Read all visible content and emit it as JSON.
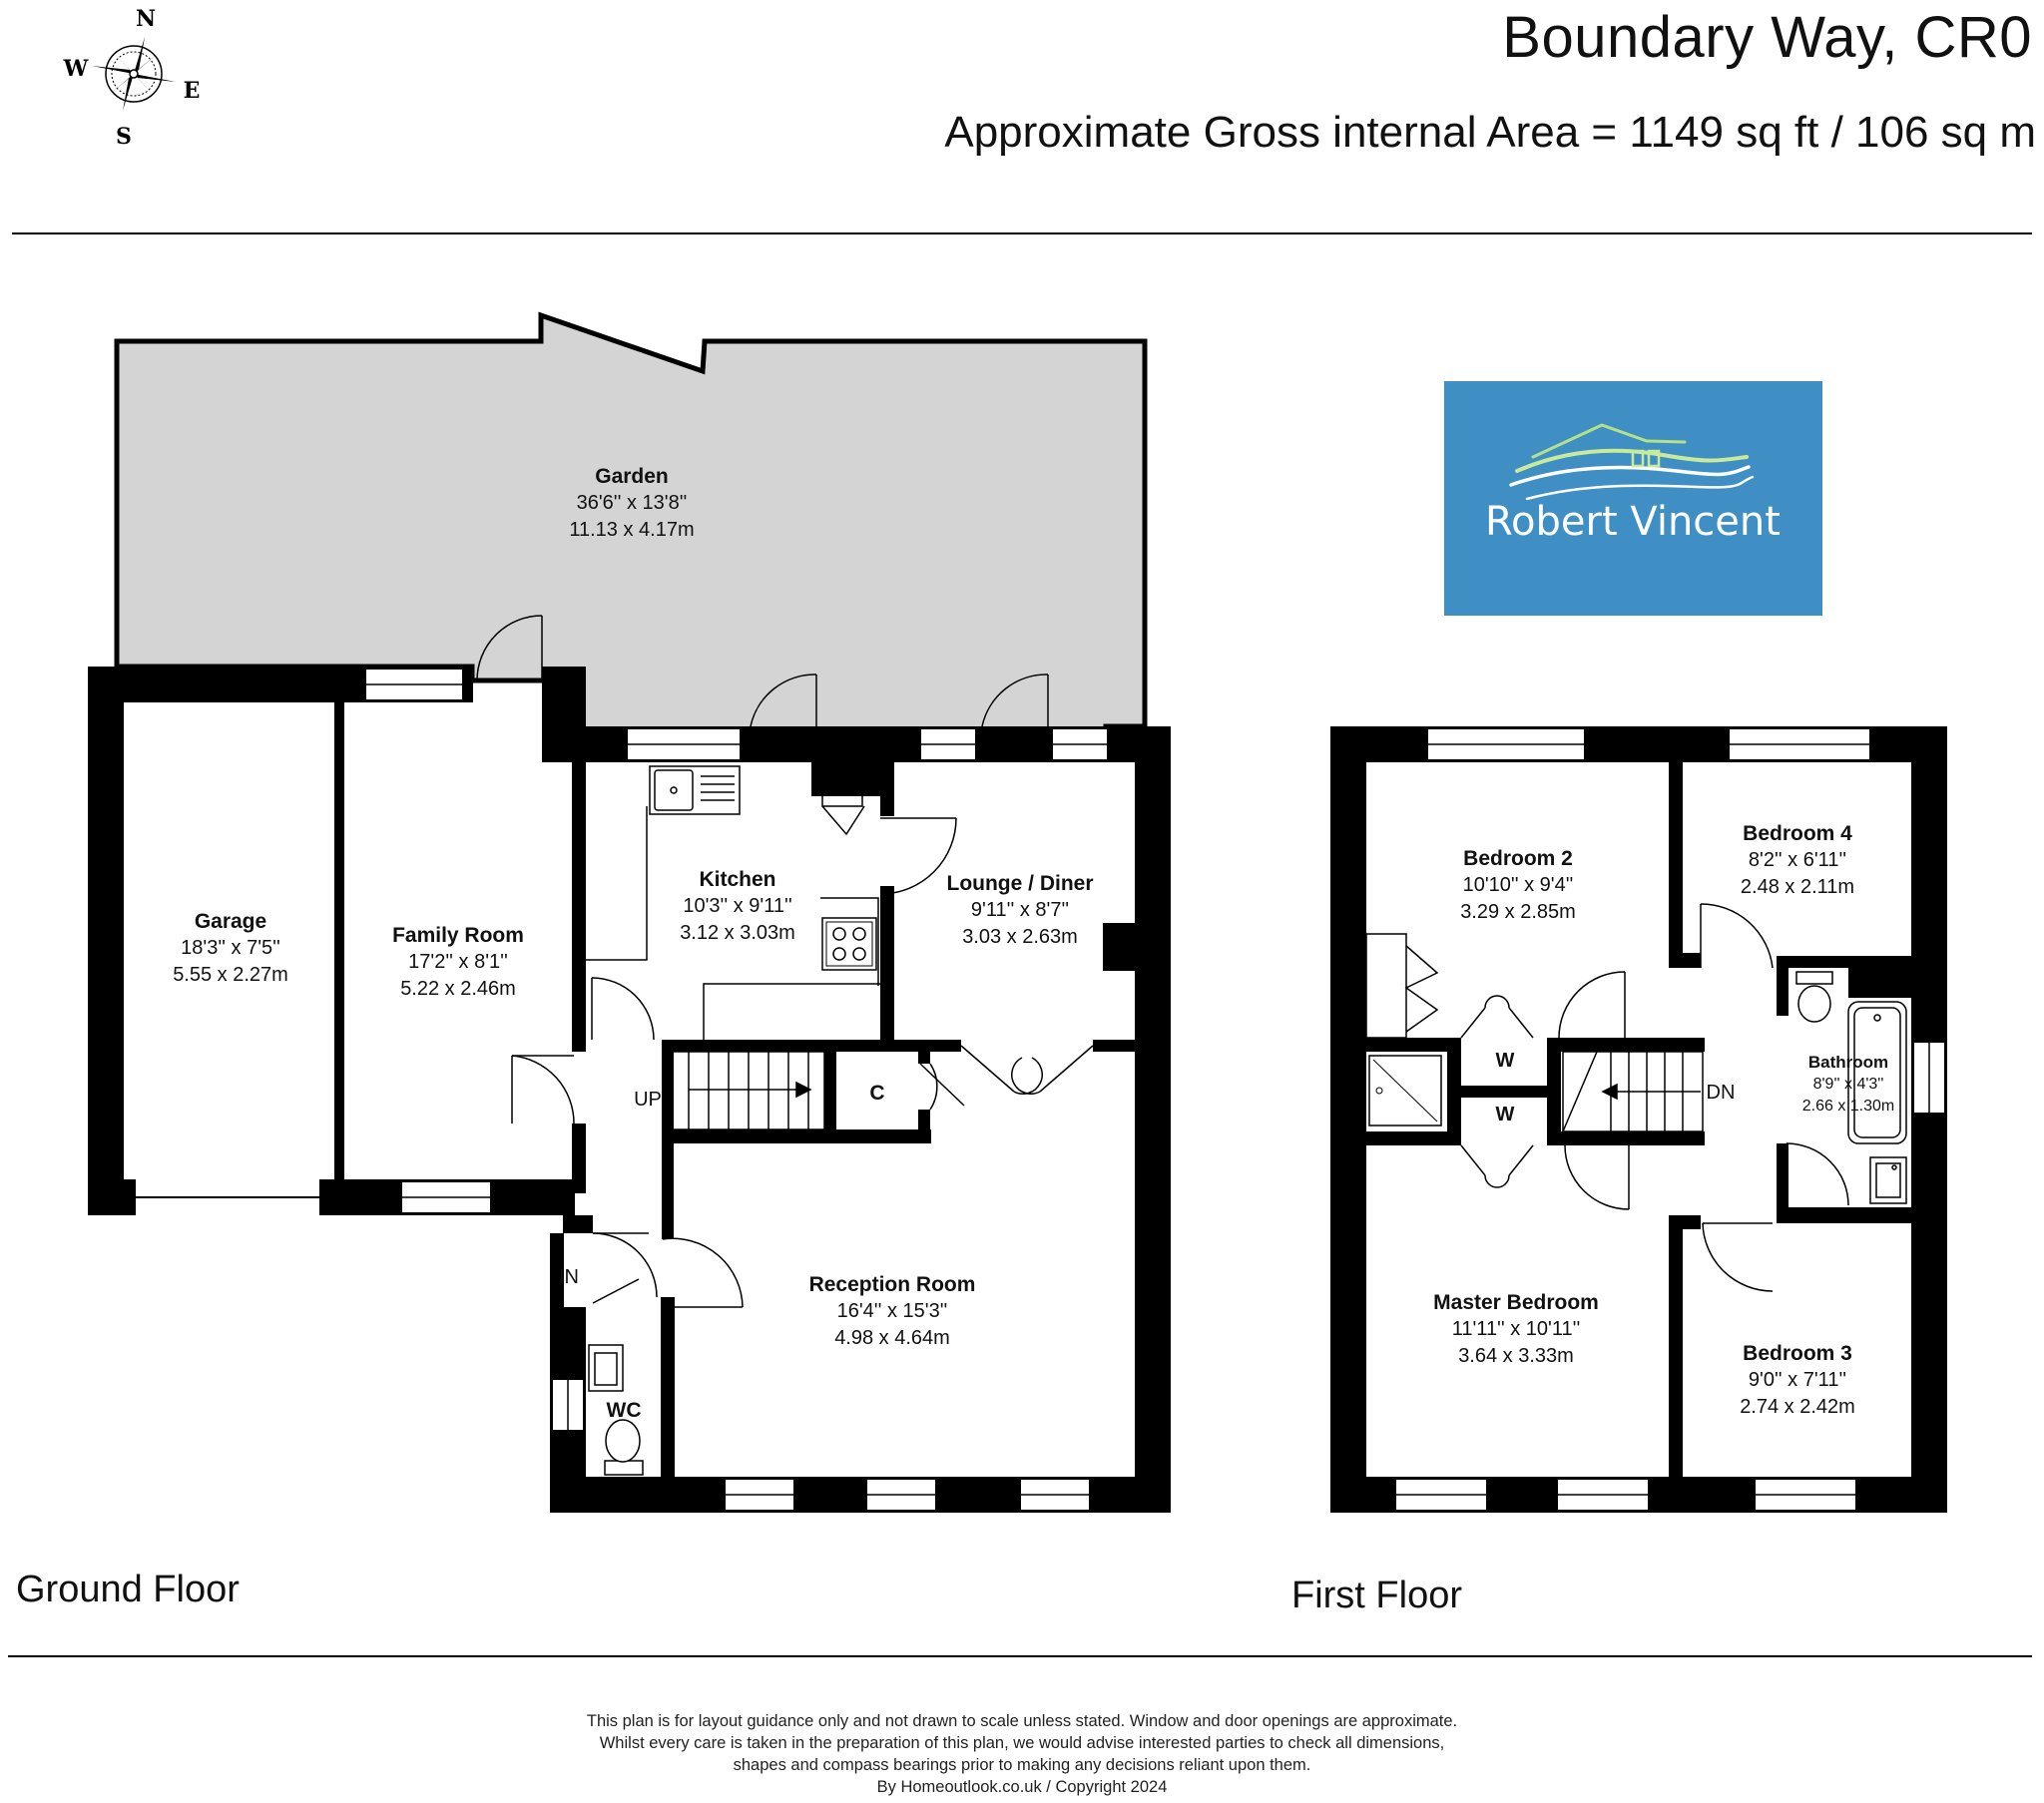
{
  "header": {
    "title": "Boundary Way, CR0",
    "area": "Approximate Gross internal Area = 1149 sq ft / 106 sq m"
  },
  "compass": {
    "n": "N",
    "s": "S",
    "e": "E",
    "w": "W"
  },
  "brand": {
    "name": "Robert Vincent",
    "bg_color": "#3f8fc5"
  },
  "colors": {
    "wall": "#000000",
    "garden": "#d4d4d4"
  },
  "ground_floor": {
    "label": "Ground Floor",
    "rooms": [
      {
        "name": "Garden",
        "imperial": "36'6'' x 13'8''",
        "metric": "11.13 x 4.17m"
      },
      {
        "name": "Garage",
        "imperial": "18'3'' x 7'5''",
        "metric": "5.55 x 2.27m"
      },
      {
        "name": "Family Room",
        "imperial": "17'2'' x 8'1''",
        "metric": "5.22 x 2.46m"
      },
      {
        "name": "Kitchen",
        "imperial": "10'3'' x 9'11''",
        "metric": "3.12 x 3.03m"
      },
      {
        "name": "Lounge / Diner",
        "imperial": "9'11'' x 8'7''",
        "metric": "3.03 x 2.63m"
      },
      {
        "name": "Reception Room",
        "imperial": "16'4'' x 15'3''",
        "metric": "4.98 x 4.64m"
      }
    ],
    "labels": {
      "up": "UP",
      "cupboard": "C",
      "entrance": "IN",
      "wc": "WC"
    }
  },
  "first_floor": {
    "label": "First Floor",
    "rooms": [
      {
        "name": "Bedroom 2",
        "imperial": "10'10'' x 9'4''",
        "metric": "3.29 x 2.85m"
      },
      {
        "name": "Bedroom 4",
        "imperial": "8'2'' x 6'11''",
        "metric": "2.48 x 2.11m"
      },
      {
        "name": "Bathroom",
        "imperial": "8'9'' x 4'3''",
        "metric": "2.66 x 1.30m"
      },
      {
        "name": "Master Bedroom",
        "imperial": "11'11'' x 10'11''",
        "metric": "3.64 x 3.33m"
      },
      {
        "name": "Bedroom 3",
        "imperial": "9'0'' x 7'11''",
        "metric": "2.74 x 2.42m"
      }
    ],
    "labels": {
      "down": "DN",
      "wardrobe_1": "W",
      "wardrobe_2": "W"
    }
  },
  "footer": {
    "lines": [
      "This plan is for layout guidance only and not drawn to scale unless stated. Window and door openings are approximate.",
      "Whilst every care is taken in the preparation of this plan, we would advise interested parties to check all dimensions,",
      "shapes and compass bearings prior to making any decisions reliant upon them.",
      "By Homeoutlook.co.uk / Copyright 2024"
    ]
  }
}
